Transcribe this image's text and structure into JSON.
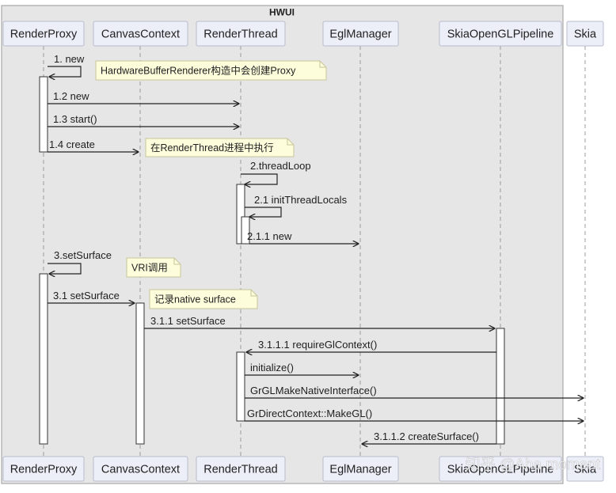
{
  "group": {
    "title": "HWUI"
  },
  "participants": [
    {
      "id": "rp",
      "label": "RenderProxy"
    },
    {
      "id": "cc",
      "label": "CanvasContext"
    },
    {
      "id": "rt",
      "label": "RenderThread"
    },
    {
      "id": "em",
      "label": "EglManager"
    },
    {
      "id": "sp",
      "label": "SkiaOpenGLPipeline"
    },
    {
      "id": "sk",
      "label": "Skia"
    }
  ],
  "messages": [
    {
      "from": "rp",
      "to": "rp",
      "label": "1. new"
    },
    {
      "from": "rp",
      "to": "rt",
      "label": "1.2 new"
    },
    {
      "from": "rp",
      "to": "rt",
      "label": "1.3 start()"
    },
    {
      "from": "rp",
      "to": "cc",
      "label": "1.4 create"
    },
    {
      "from": "rt",
      "to": "rt",
      "label": "2.threadLoop"
    },
    {
      "from": "rt",
      "to": "rt",
      "label": "2.1 initThreadLocals"
    },
    {
      "from": "rt",
      "to": "em",
      "label": "2.1.1 new"
    },
    {
      "from": "rp",
      "to": "rp",
      "label": "3.setSurface"
    },
    {
      "from": "rp",
      "to": "cc",
      "label": "3.1 setSurface"
    },
    {
      "from": "cc",
      "to": "sp",
      "label": "3.1.1 setSurface"
    },
    {
      "from": "sp",
      "to": "rt",
      "label": "3.1.1.1 requireGlContext()"
    },
    {
      "from": "rt",
      "to": "em",
      "label": "initialize()"
    },
    {
      "from": "rt",
      "to": "sk",
      "label": "GrGLMakeNativeInterface()"
    },
    {
      "from": "rt",
      "to": "sk",
      "label": "GrDirectContext::MakeGL()"
    },
    {
      "from": "sp",
      "to": "em",
      "label": "3.1.1.2 createSurface()"
    }
  ],
  "notes": [
    {
      "label": "HardwareBufferRenderer构造中会创建Proxy"
    },
    {
      "label": "在RenderThread进程中执行"
    },
    {
      "label": "VRI调用"
    },
    {
      "label": "记录native surface"
    }
  ],
  "watermark": "知乎 @Aha moment",
  "colors": {
    "group_bg": "#e6e6e6",
    "group_border": "#a8a8a8",
    "participant_fill": "#eceef8",
    "participant_border": "#b9bccb",
    "note_fill": "#fdfcdb",
    "note_border": "#c8c598",
    "line": "#222222"
  }
}
